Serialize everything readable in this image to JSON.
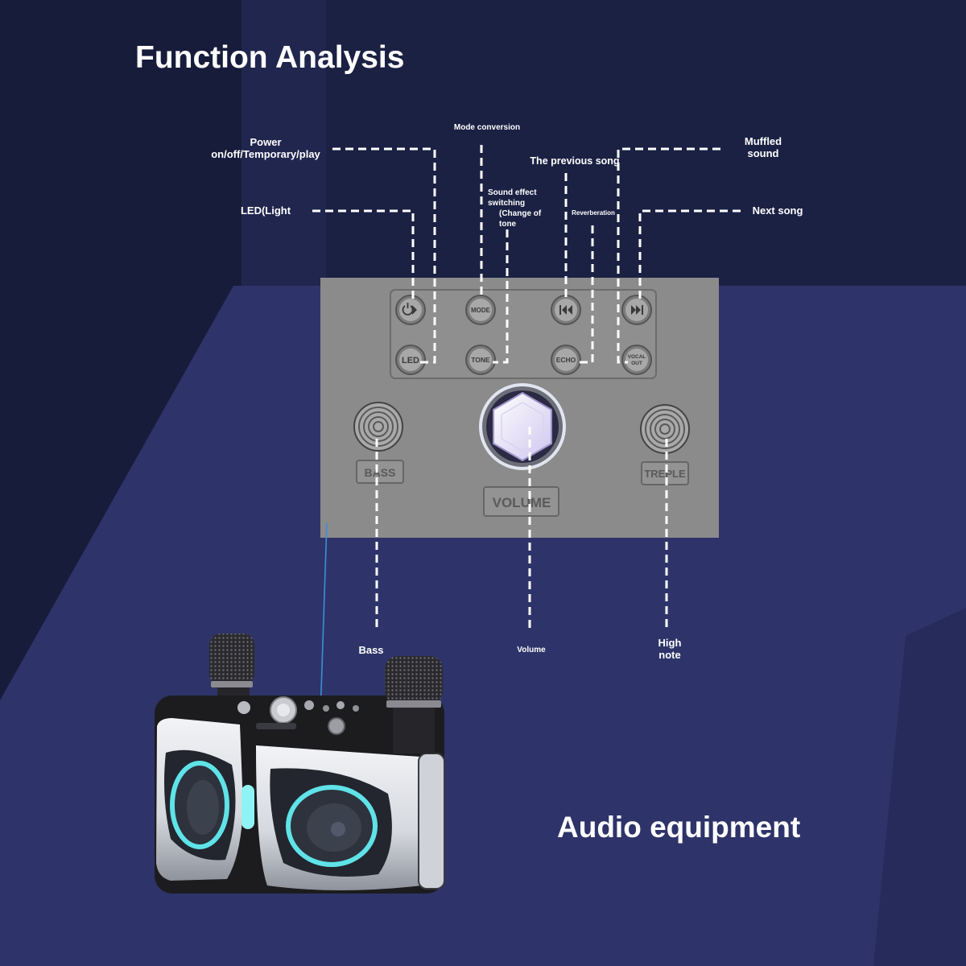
{
  "title": "Function Analysis",
  "subtitle": "Audio equipment",
  "callouts": {
    "power": [
      "Power",
      "on/off/Temporary/play"
    ],
    "led": "LED(Light",
    "mode": "Mode conversion",
    "sound_effect": [
      "Sound effect",
      "switching",
      "(Change of",
      "tone"
    ],
    "previous": "The previous song",
    "reverberation": "Reverberation",
    "muffled": [
      "Muffled",
      "sound"
    ],
    "next": "Next song",
    "bass": "Bass",
    "volume": "Volume",
    "high_note": [
      "High",
      "note"
    ]
  },
  "panel": {
    "button_labels": {
      "mode": "MODE",
      "led": "LED",
      "tone": "TONE",
      "echo": "ECHO",
      "vocal_out": [
        "VOCAL",
        "OUT"
      ]
    },
    "icons": {
      "power_play": "power-play-icon",
      "previous": "skip-previous-icon",
      "next": "skip-next-icon"
    },
    "knob_labels": {
      "bass": "BASS",
      "volume": "VOLUME",
      "treble": "TREPLE"
    }
  },
  "colors": {
    "floor": "#2e3469",
    "wall": "#171c3b",
    "panel": "#8b8b8b",
    "callout_line": "#ffffff",
    "pointer_line": "#3b8fd6",
    "speaker_light": "#5fe3e8"
  }
}
